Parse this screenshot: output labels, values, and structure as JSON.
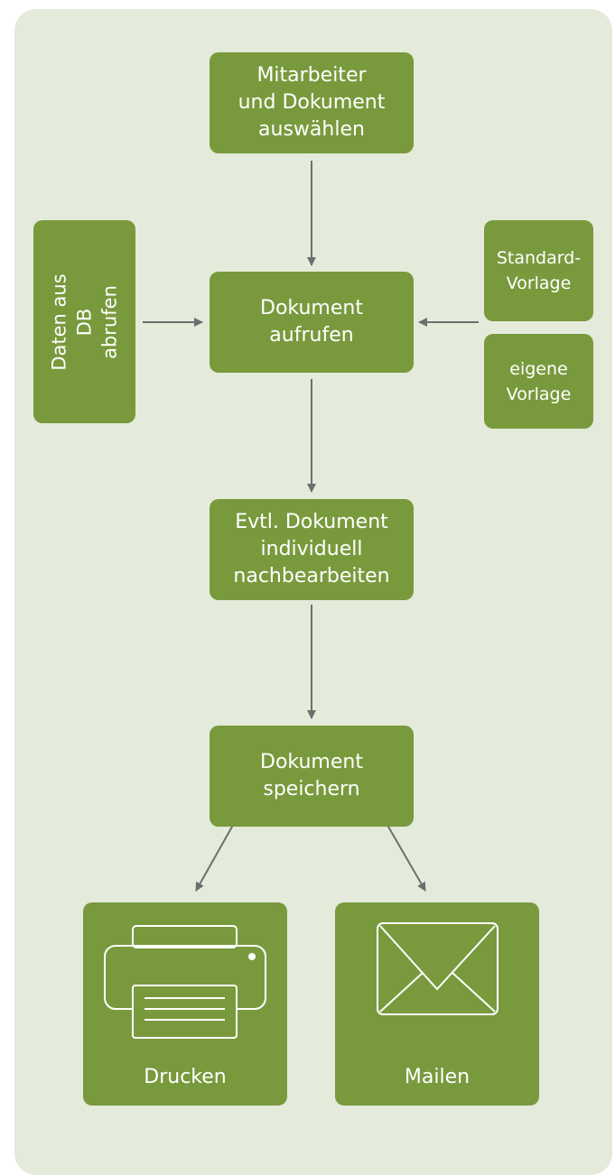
{
  "colors": {
    "background_panel": "#e5ebda",
    "box_fill": "#789a3d",
    "box_text": "#ffffff",
    "arrow": "#6e6e6e"
  },
  "nodes": {
    "select": "Mitarbeiter\nund Dokument\nauswählen",
    "fetch_data": "Daten aus DB\nabrufen",
    "open_document": "Dokument\naufrufen",
    "standard_template": "Standard-\nVorlage",
    "own_template": "eigene\nVorlage",
    "edit_document": "Evtl. Dokument\nindividuell\nnachbearbeiten",
    "save_document": "Dokument\nspeichern",
    "print": "Drucken",
    "mail": "Mailen"
  },
  "icons": {
    "print": "printer-icon",
    "mail": "envelope-icon"
  }
}
